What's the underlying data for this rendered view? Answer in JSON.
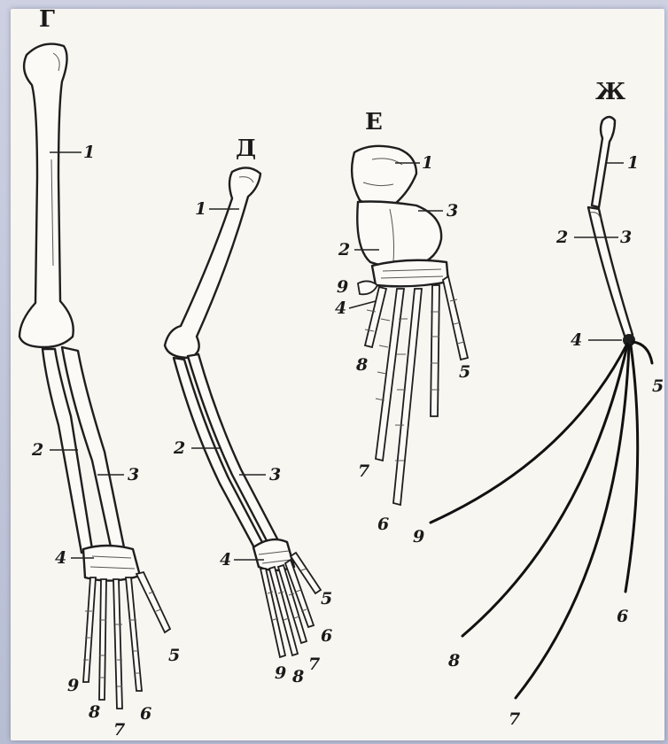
{
  "figures": [
    {
      "key": "G",
      "letter": "Г",
      "labels": [
        "1",
        "2",
        "3",
        "4",
        "5",
        "9",
        "8",
        "7",
        "6"
      ]
    },
    {
      "key": "D",
      "letter": "Д",
      "labels": [
        "1",
        "2",
        "3",
        "4",
        "5",
        "6",
        "9",
        "8",
        "7"
      ]
    },
    {
      "key": "E",
      "letter": "Е",
      "labels": [
        "1",
        "3",
        "2",
        "9",
        "4",
        "8",
        "5",
        "7",
        "6"
      ]
    },
    {
      "key": "Zh",
      "letter": "Ж",
      "labels": [
        "1",
        "2",
        "3",
        "4",
        "5",
        "9",
        "8",
        "6",
        "7"
      ]
    }
  ]
}
